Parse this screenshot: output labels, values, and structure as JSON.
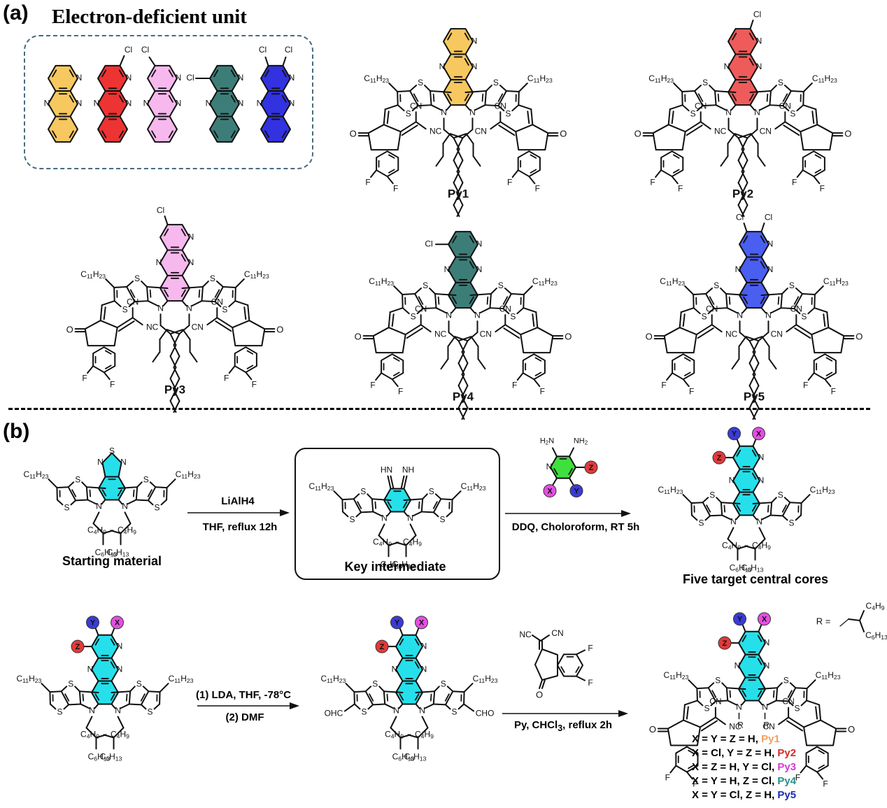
{
  "panel_a": {
    "label": "(a)",
    "unit_title": "Electron-deficient unit",
    "units": [
      {
        "name": "pyrido-quinoxaline",
        "color": "#f6c85f",
        "substituents": []
      },
      {
        "name": "chloro-pyrido-quinoxaline-alpha",
        "color": "#ee3333",
        "substituents": [
          "Cl"
        ]
      },
      {
        "name": "chloro-pyrido-quinoxaline-beta",
        "color": "#f7b8ee",
        "substituents": [
          "Cl"
        ]
      },
      {
        "name": "chloro-pyrido-quinoxaline-gamma",
        "color": "#3d7d78",
        "substituents": [
          "Cl"
        ]
      },
      {
        "name": "dichloro-pyrido-quinoxaline",
        "color": "#3232e0",
        "substituents": [
          "Cl",
          "Cl"
        ]
      }
    ],
    "molecules": [
      {
        "id": "Py1",
        "label": "Py1",
        "core_color": "#f6c85f",
        "cl_pos": []
      },
      {
        "id": "Py2",
        "label": "Py2",
        "core_color": "#ef5b5b",
        "cl_pos": [
          "x"
        ]
      },
      {
        "id": "Py3",
        "label": "Py3",
        "core_color": "#f7b8ee",
        "cl_pos": [
          "y"
        ]
      },
      {
        "id": "Py4",
        "label": "Py4",
        "core_color": "#3d7d78",
        "cl_pos": [
          "z"
        ]
      },
      {
        "id": "Py5",
        "label": "Py5",
        "core_color": "#4a5ef0",
        "cl_pos": [
          "x",
          "y"
        ]
      }
    ],
    "atoms": {
      "N": "N",
      "S": "S",
      "Cl": "Cl",
      "F": "F",
      "O": "O",
      "CN": "CN",
      "NC": "NC",
      "alkyl": "C11H23"
    }
  },
  "panel_b": {
    "label": "(b)",
    "starting_material": {
      "caption": "Starting material",
      "core_color": "#25e0ea"
    },
    "step1": {
      "reagent": "LiAlH4",
      "conditions": "THF, reflux 12h"
    },
    "key_intermediate": {
      "caption": "Key intermediate",
      "imine_left": "HN",
      "imine_right": "NH"
    },
    "diamine": {
      "color": "#3ee03e",
      "nh2_left": "H2N",
      "nh2_right": "NH2"
    },
    "step2": {
      "conditions": "DDQ, Choloroform, RT 5h"
    },
    "target_cores": {
      "caption": "Five target central cores"
    },
    "step3": {
      "line1": "(1) LDA, THF, -78°C",
      "line2": "(2) DMF"
    },
    "aldehyde": {
      "left": "OHC",
      "right": "CHO"
    },
    "step4": {
      "conditions": "Py, CHCl3, reflux 2h"
    },
    "r_group": {
      "label": "R =",
      "upper": "C4H9",
      "lower": "C6H13"
    },
    "side_chains": {
      "upper": "C4H9",
      "lower": "C6H13",
      "n_sub": "R"
    },
    "substituent_balls": {
      "X": {
        "label": "X",
        "color": "#e34fe0"
      },
      "Y": {
        "label": "Y",
        "color": "#3a3ad8"
      },
      "Z": {
        "label": "Z",
        "color": "#e03a3a"
      }
    },
    "legend": [
      {
        "formula": "X = Y = Z = H, ",
        "product": "Py1",
        "color": "#f0a060"
      },
      {
        "formula": "X = Cl, Y = Z = H, ",
        "product": "Py2",
        "color": "#d42a2a"
      },
      {
        "formula": "X = Z = H, Y = Cl, ",
        "product": "Py3",
        "color": "#d63ad6"
      },
      {
        "formula": "X = Y = H, Z = Cl, ",
        "product": "Py4",
        "color": "#2a8f8a"
      },
      {
        "formula": "X = Y = Cl, Z = H, ",
        "product": "Py5",
        "color": "#1f2ab0"
      }
    ]
  }
}
